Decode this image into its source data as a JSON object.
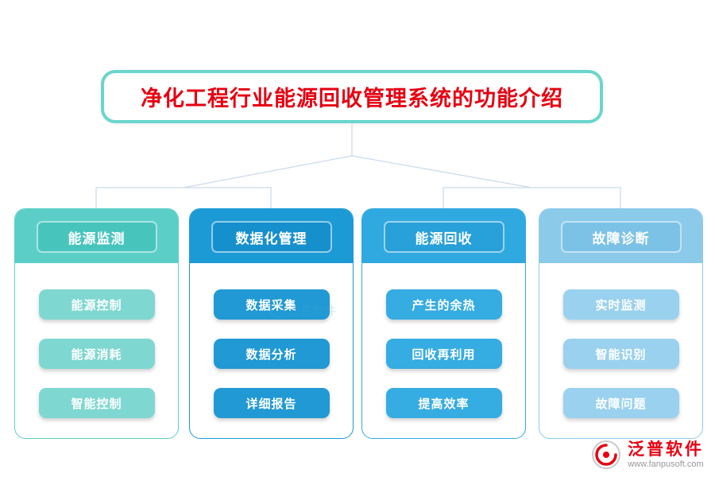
{
  "title": "净化工程行业能源回收管理系统的功能介绍",
  "columns": [
    {
      "header": "能源监测",
      "items": [
        "能源控制",
        "能源消耗",
        "智能控制"
      ],
      "colors": {
        "band": "#5BCFC7",
        "header": "#47C5BD",
        "item": "#7ED8D1",
        "border": "#5BCFC7"
      }
    },
    {
      "header": "数据化管理",
      "items": [
        "数据采集",
        "数据分析",
        "详细报告"
      ],
      "colors": {
        "band": "#1B9AD6",
        "header": "#1690CC",
        "item": "#2099D4",
        "border": "#1B9AD6"
      }
    },
    {
      "header": "能源回收",
      "items": [
        "产生的余热",
        "回收再利用",
        "提高效率"
      ],
      "colors": {
        "band": "#2FA9E0",
        "header": "#28A0D9",
        "item": "#35ACE2",
        "border": "#2FA9E0"
      }
    },
    {
      "header": "故障诊断",
      "items": [
        "实时监测",
        "智能识别",
        "故障问题"
      ],
      "colors": {
        "band": "#8CCAEA",
        "header": "#7CC2E7",
        "item": "#9AD1EE",
        "border": "#8CCAEA"
      }
    }
  ],
  "colors": {
    "title_text": "#E60012",
    "title_border": "#6BD5CC",
    "connector": "#C9D9EA",
    "brand_red": "#E60012",
    "site_gray": "#999999"
  },
  "watermark": "泛普软件",
  "footer": {
    "brand": "泛普软件",
    "website": "www.fanpusoft.com"
  }
}
